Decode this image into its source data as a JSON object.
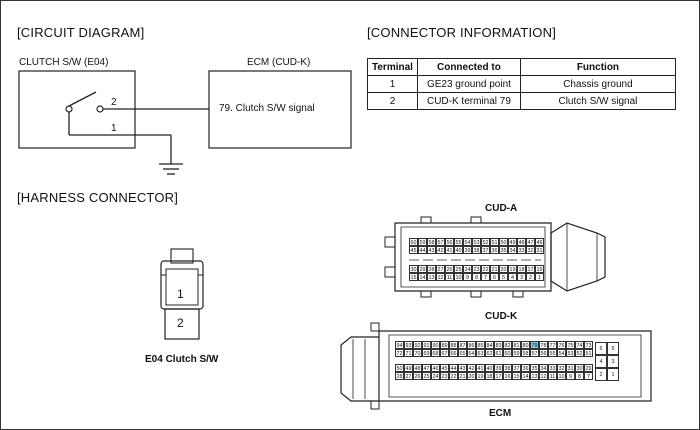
{
  "circuit": {
    "heading": "[CIRCUIT DIAGRAM]",
    "switch_label": "CLUTCH S/W (E04)",
    "ecm_label": "ECM (CUD-K)",
    "pin2": "2",
    "pin1": "1",
    "ecm_signal": "79. Clutch S/W signal"
  },
  "connector_info": {
    "heading": "[CONNECTOR INFORMATION]",
    "columns": [
      "Terminal",
      "Connected to",
      "Function"
    ],
    "rows": [
      [
        "1",
        "GE23 ground point",
        "Chassis ground"
      ],
      [
        "2",
        "CUD-K terminal 79",
        "Clutch S/W signal"
      ]
    ]
  },
  "harness": {
    "heading": "[HARNESS CONNECTOR]",
    "e04_pin1": "1",
    "e04_pin2": "2",
    "e04_caption": "E04 Clutch S/W",
    "cud_a_label": "CUD-A",
    "cud_k_label": "CUD-K",
    "ecm_label": "ECM",
    "cud_a_rows": [
      [
        "60",
        "59",
        "58",
        "57",
        "56",
        "55",
        "54",
        "53",
        "52",
        "51",
        "50",
        "49",
        "48",
        "47",
        "46"
      ],
      [
        "45",
        "44",
        "43",
        "42",
        "41",
        "40",
        "39",
        "38",
        "37",
        "36",
        "35",
        "34",
        "33",
        "32",
        "31"
      ],
      [
        "30",
        "29",
        "28",
        "27",
        "26",
        "25",
        "24",
        "23",
        "22",
        "21",
        "20",
        "19",
        "18",
        "17",
        "16"
      ],
      [
        "15",
        "14",
        "13",
        "12",
        "11",
        "10",
        "9",
        "8",
        "7",
        "6",
        "5",
        "4",
        "3",
        "2",
        "1"
      ]
    ],
    "cud_k_rows": [
      [
        "94",
        "93",
        "92",
        "91",
        "90",
        "89",
        "88",
        "87",
        "86",
        "85",
        "84",
        "83",
        "82",
        "81",
        "80",
        "79",
        "78",
        "77",
        "76",
        "75",
        "74",
        "73"
      ],
      [
        "72",
        "71",
        "70",
        "69",
        "68",
        "67",
        "66",
        "65",
        "64",
        "63",
        "62",
        "61",
        "60",
        "59",
        "58",
        "57",
        "56",
        "55",
        "54",
        "53",
        "52",
        "51"
      ],
      [
        "50",
        "49",
        "48",
        "47",
        "46",
        "45",
        "44",
        "43",
        "42",
        "41",
        "40",
        "39",
        "38",
        "37",
        "36",
        "35",
        "34",
        "33",
        "32",
        "31",
        "30",
        "29"
      ],
      [
        "28",
        "27",
        "26",
        "25",
        "24",
        "23",
        "22",
        "21",
        "20",
        "19",
        "18",
        "17",
        "16",
        "15",
        "14",
        "13",
        "12",
        "11",
        "10",
        "9",
        "8",
        "7"
      ]
    ],
    "cud_k_side": [
      [
        "6",
        "5"
      ],
      [
        "4",
        "3"
      ],
      [
        "2",
        "1"
      ]
    ],
    "highlight_pin": "79",
    "highlight_color": "#7fd0e8"
  }
}
